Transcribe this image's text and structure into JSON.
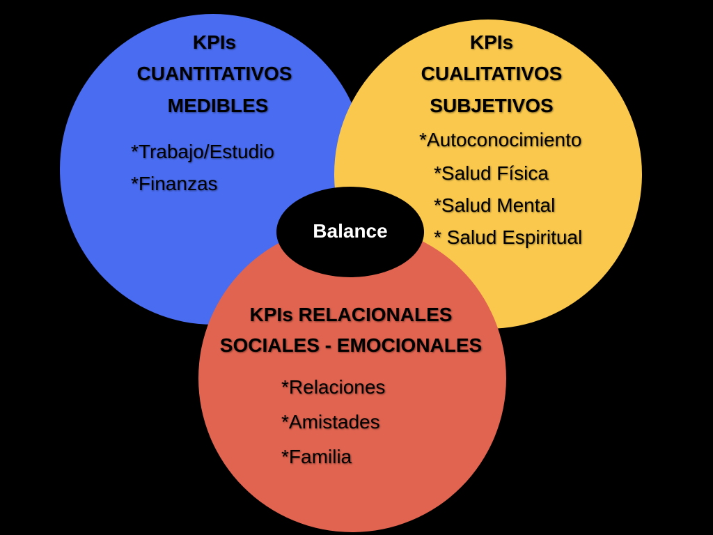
{
  "colors": {
    "background": "#000000",
    "quantitative": "#4A6CF0",
    "qualitative": "#F9C84C",
    "relational": "#E06450",
    "center": "#000000",
    "center_text": "#FFFFFF"
  },
  "quantitative": {
    "title_lines": [
      "KPIs",
      "CUANTITATIVOS",
      "MEDIBLES"
    ],
    "items": [
      "*Trabajo/Estudio",
      "*Finanzas"
    ]
  },
  "qualitative": {
    "title_lines": [
      "KPIs",
      "CUALITATIVOS",
      "SUBJETIVOS"
    ],
    "items": [
      "*Autoconocimiento",
      "*Salud Física",
      "*Salud Mental",
      "* Salud Espiritual"
    ]
  },
  "relational": {
    "title_lines": [
      "KPIs RELACIONALES",
      "SOCIALES - EMOCIONALES"
    ],
    "items": [
      "*Relaciones",
      "*Amistades",
      "*Familia"
    ]
  },
  "center": {
    "label": "Balance"
  }
}
